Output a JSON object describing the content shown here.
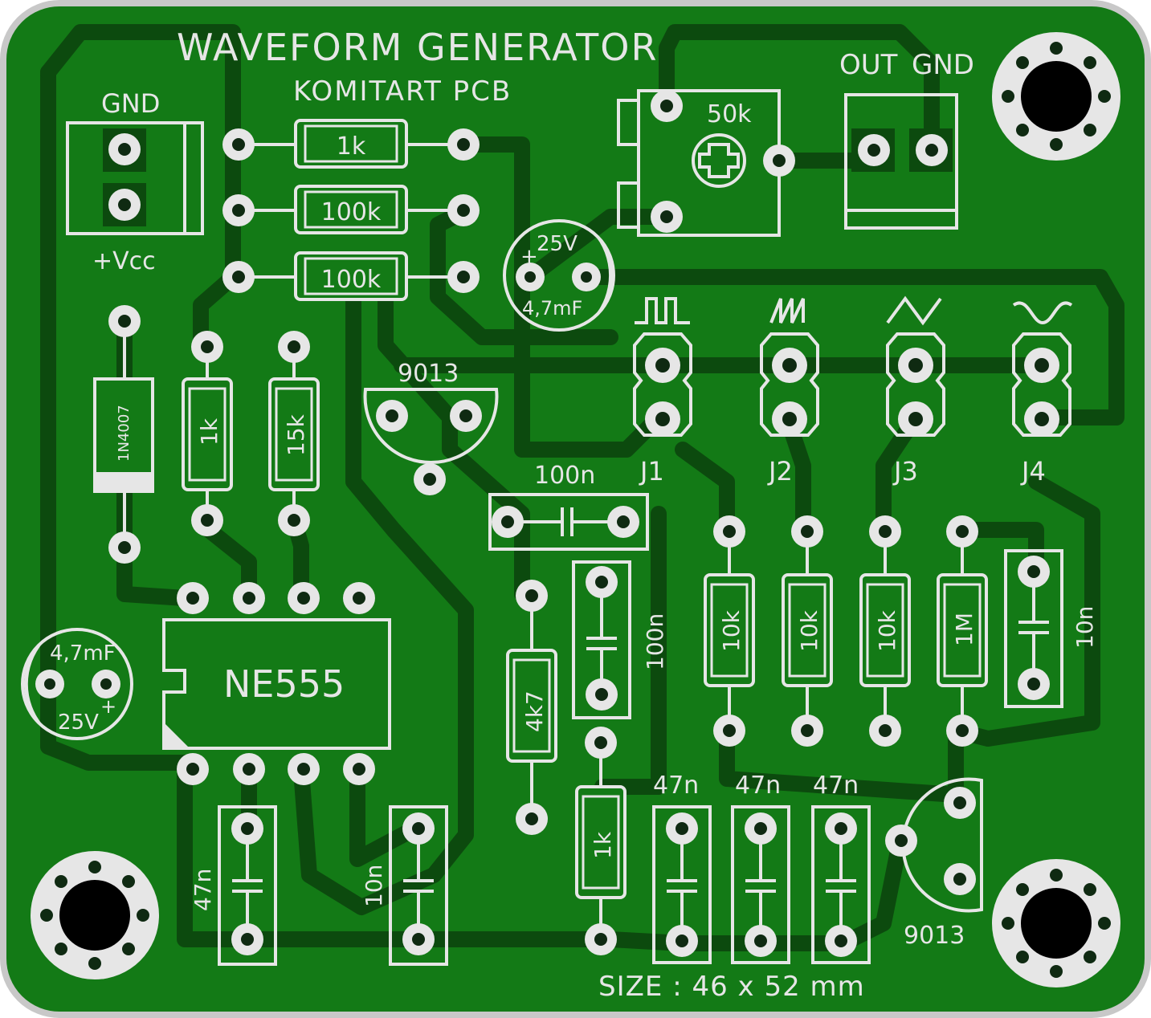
{
  "title": "WAVEFORM GENERATOR",
  "subtitle": "KOMITART PCB",
  "size_note": "SIZE : 46 x 52 mm",
  "connectors": {
    "power": {
      "top": "GND",
      "bottom": "+Vcc"
    },
    "output": {
      "left": "OUT",
      "right": "GND"
    }
  },
  "components": {
    "r_top1": "1k",
    "r_top2": "100k",
    "r_top3": "100k",
    "r_left1": "1k",
    "r_left2": "15k",
    "diode": "1N4007",
    "pot": "50k",
    "cap_top_v": "25V",
    "cap_top_c": "4,7mF",
    "cap_left_c": "4,7mF",
    "cap_left_v": "25V",
    "transistor1": "9013",
    "transistor2": "9013",
    "ic": "NE555",
    "c_mid": "100n",
    "r_4k7": "4k7",
    "c_100n_v": "100n",
    "r_1k_low": "1k",
    "r_10k_a": "10k",
    "r_10k_b": "10k",
    "r_10k_c": "10k",
    "r_1M": "1M",
    "c_10n_right": "10n",
    "c_47n_a": "47n",
    "c_47n_b": "47n",
    "c_47n_c": "47n",
    "c_47n_left": "47n",
    "c_10n_left": "10n"
  },
  "jumpers": [
    "J1",
    "J2",
    "J3",
    "J4"
  ],
  "waveforms": [
    "square-wave-icon",
    "sawtooth-wave-icon",
    "triangle-wave-icon",
    "sine-wave-icon"
  ],
  "colors": {
    "board": "#137a16",
    "copper": "#0c4a0e",
    "silkscreen": "#e6e6e6",
    "edge": "#c8c8c8"
  }
}
